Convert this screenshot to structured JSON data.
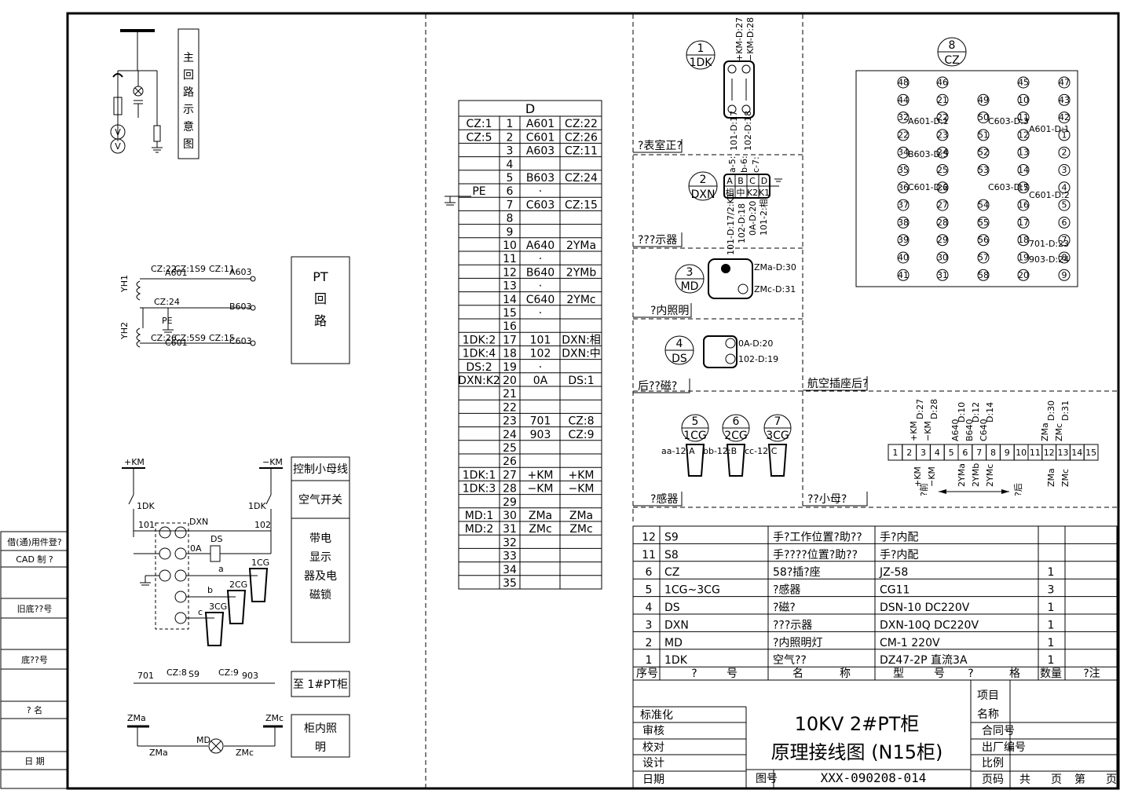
{
  "left_strip": {
    "labels": [
      "借(通)用件登?",
      "CAD 制 ?",
      "旧底??号",
      "底??号",
      "? 名",
      "日 期"
    ]
  },
  "main_circuit": {
    "title": "主回路示意图"
  },
  "pt_circuit": {
    "label": "PT\n回\n路",
    "yh1": "YH1",
    "yh2": "YH2",
    "wires": [
      "CZ:22",
      "CZ:1",
      "S9",
      "CZ:11",
      "A603",
      "CZ:24",
      "B603",
      "PE",
      "CZ:26",
      "CZ:5",
      "S9",
      "CZ:15",
      "C603",
      "A601",
      "C601"
    ]
  },
  "control_circuit": {
    "plus_km": "+KM",
    "minus_km": "−KM",
    "dk": "1DK",
    "n101": "101",
    "n102": "102",
    "dxn": "DXN",
    "ds": "DS",
    "oa": "0A",
    "a": "a",
    "b": "b",
    "c": "c",
    "cg1": "1CG",
    "cg2": "2CG",
    "cg3": "3CG",
    "box_labels": [
      "控制小母线",
      "空气开关",
      "带电显示器及电磁锁"
    ]
  },
  "pt_link": {
    "n701": "701",
    "cz8": "CZ:8",
    "s9": "S9",
    "cz9": "CZ:9",
    "n903": "903",
    "label": "至 1#PT柜"
  },
  "lighting": {
    "zma": "ZMa",
    "zmc": "ZMc",
    "md": "MD",
    "label": "柜内照明"
  },
  "terminal_table": {
    "title": "D",
    "rows": [
      [
        "CZ:1",
        "1",
        "A601",
        "CZ:22"
      ],
      [
        "CZ:5",
        "2",
        "C601",
        "CZ:26"
      ],
      [
        "",
        "3",
        "A603",
        "CZ:11"
      ],
      [
        "",
        "4",
        "",
        ""
      ],
      [
        "",
        "5",
        "B603",
        "CZ:24"
      ],
      [
        "PE",
        "6",
        "·",
        ""
      ],
      [
        "",
        "7",
        "C603",
        "CZ:15"
      ],
      [
        "",
        "8",
        "",
        ""
      ],
      [
        "",
        "9",
        "",
        ""
      ],
      [
        "",
        "10",
        "A640",
        "2YMa"
      ],
      [
        "",
        "11",
        "·",
        ""
      ],
      [
        "",
        "12",
        "B640",
        "2YMb"
      ],
      [
        "",
        "13",
        "·",
        ""
      ],
      [
        "",
        "14",
        "C640",
        "2YMc"
      ],
      [
        "",
        "15",
        "·",
        ""
      ],
      [
        "",
        "16",
        "",
        ""
      ],
      [
        "1DK:2",
        "17",
        "101",
        "DXN:相"
      ],
      [
        "1DK:4",
        "18",
        "102",
        "DXN:中"
      ],
      [
        "DS:2",
        "19",
        "·",
        ""
      ],
      [
        "DXN:K2",
        "20",
        "0A",
        "DS:1"
      ],
      [
        "",
        "21",
        "",
        ""
      ],
      [
        "",
        "22",
        "",
        ""
      ],
      [
        "",
        "23",
        "701",
        "CZ:8"
      ],
      [
        "",
        "24",
        "903",
        "CZ:9"
      ],
      [
        "",
        "25",
        "",
        ""
      ],
      [
        "",
        "26",
        "",
        ""
      ],
      [
        "1DK:1",
        "27",
        "+KM",
        "+KM"
      ],
      [
        "1DK:3",
        "28",
        "−KM",
        "−KM"
      ],
      [
        "",
        "29",
        "",
        ""
      ],
      [
        "MD:1",
        "30",
        "ZMa",
        "ZMa"
      ],
      [
        "MD:2",
        "31",
        "ZMc",
        "ZMc"
      ],
      [
        "",
        "32",
        "",
        ""
      ],
      [
        "",
        "33",
        "",
        ""
      ],
      [
        "",
        "34",
        "",
        ""
      ],
      [
        "",
        "35",
        "",
        ""
      ]
    ]
  },
  "devices": {
    "dk": {
      "num": "1",
      "name": "1DK",
      "label": "?表室正?",
      "wires": [
        "+KM-D:27",
        "−KM-D:28",
        "101-D:17",
        "102-D:18"
      ]
    },
    "dxn": {
      "num": "2",
      "name": "DXN",
      "label": "???示器",
      "pins": [
        "A",
        "B",
        "C",
        "D",
        "相",
        "中",
        "K2",
        "K1"
      ],
      "wires": [
        "a-5:",
        "b-6:",
        "c-7:",
        "101-D:17/2:K1",
        "102-D:18",
        "0A-D:20",
        "101-2:相"
      ]
    },
    "md": {
      "num": "3",
      "name": "MD",
      "label": "?内照明",
      "wires": [
        "ZMa-D:30",
        "ZMc-D:31"
      ]
    },
    "ds": {
      "num": "4",
      "name": "DS",
      "label": "后??磁?",
      "wires": [
        "0A-D:20",
        "102-D:19"
      ]
    },
    "cg": {
      "nums": [
        "5",
        "6",
        "7"
      ],
      "names": [
        "1CG",
        "2CG",
        "3CG"
      ],
      "label": "?感器",
      "wires": [
        "aa-12:A",
        "bb-12:B",
        "cc-12:C"
      ]
    },
    "cz": {
      "num": "8",
      "name": "CZ",
      "label": "航空插座后?"
    },
    "bus_label": "??小母?"
  },
  "cz_socket": {
    "col1": [
      "48",
      "44",
      "32",
      "22",
      "34",
      "35",
      "36",
      "37",
      "38",
      "39",
      "40",
      "41"
    ],
    "col2": [
      "46",
      "21",
      "22",
      "23",
      "24",
      "25",
      "26",
      "27",
      "28",
      "29",
      "30",
      "31"
    ],
    "col3": [
      "",
      "49",
      "50",
      "51",
      "52",
      "53",
      "",
      "54",
      "55",
      "56",
      "57",
      "58"
    ],
    "col4": [
      "45",
      "10",
      "11",
      "12",
      "13",
      "14",
      "15",
      "16",
      "17",
      "18",
      "19",
      "20"
    ],
    "col5": [
      "47",
      "43",
      "42",
      "1",
      "2",
      "3",
      "4",
      "5",
      "6",
      "7",
      "8",
      "9"
    ],
    "tags": [
      "A601-D:1",
      "C603-D:3",
      "A601-D:1",
      "B603-D:5",
      "C601-D:2",
      "C603-D:7",
      "C601-D:2",
      "701-D:23",
      "903-D:24"
    ]
  },
  "terminal_strip": {
    "cells": [
      "1",
      "2",
      "3",
      "4",
      "5",
      "6",
      "7",
      "8",
      "9",
      "10",
      "11",
      "12",
      "13",
      "14",
      "15"
    ],
    "top_labels": [
      "+KM",
      "−KM",
      "A640",
      "B640",
      "C640",
      "ZMa",
      "ZMc",
      "D:27",
      "D:28",
      "D:10",
      "D:12",
      "D:14",
      "D:30",
      "D:31"
    ],
    "bottom_labels": [
      "+KM",
      "−KM",
      "2YMa",
      "2YMb",
      "2YMc",
      "ZMa",
      "ZMc"
    ],
    "front": "?前",
    "back": "?后"
  },
  "bom": {
    "rows": [
      [
        "12",
        "S9",
        "手?工作位置?助??",
        "手?内配",
        ""
      ],
      [
        "11",
        "S8",
        "手????位置?助??",
        "手?内配",
        ""
      ],
      [
        "6",
        "CZ",
        "58?插?座",
        "JZ-58",
        "1"
      ],
      [
        "5",
        "1CG~3CG",
        "?感器",
        "CG11",
        "3"
      ],
      [
        "4",
        "DS",
        "?磁?",
        "DSN-10 DC220V",
        "1"
      ],
      [
        "3",
        "DXN",
        "???示器",
        "DXN-10Q DC220V",
        "1"
      ],
      [
        "2",
        "MD",
        "?内照明灯",
        "CM-1 220V",
        "1"
      ],
      [
        "1",
        "1DK",
        "空气??",
        "DZ47-2P 直流3A",
        "1"
      ]
    ],
    "headers": [
      "序号",
      "?",
      "号",
      "名",
      "称",
      "型",
      "号",
      "?",
      "格",
      "数量",
      "?注"
    ]
  },
  "title_block": {
    "left_labels": [
      "标准化",
      "审核",
      "校对",
      "设计",
      "日期"
    ],
    "title_line1": "10KV 2#PT柜",
    "title_line2": "原理接线图 (N15柜)",
    "drawing_no_label": "图号",
    "drawing_no": "XXX-090208-014",
    "right_labels": [
      "项目",
      "名称",
      "合同号",
      "出厂编号",
      "比例",
      "页码"
    ],
    "page_words": [
      "共",
      "页",
      "第",
      "页"
    ]
  }
}
